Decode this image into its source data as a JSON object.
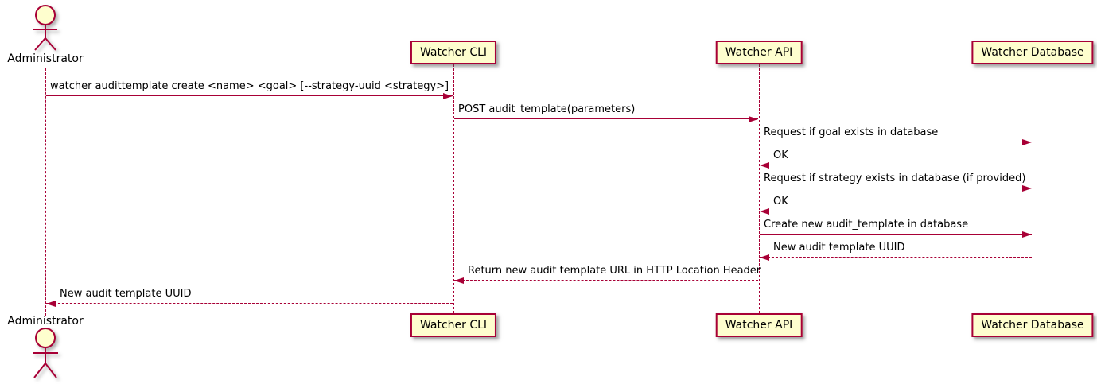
{
  "diagram": {
    "type": "plantuml-sequence",
    "colors": {
      "accent": "#A80036",
      "participant_fill": "#FEFECE",
      "text": "#000000",
      "background": "#FFFFFF"
    },
    "actor": {
      "name": "Administrator",
      "icon": "stick-figure-actor-icon"
    },
    "participants": [
      {
        "name": "Watcher CLI"
      },
      {
        "name": "Watcher API"
      },
      {
        "name": "Watcher Database"
      }
    ],
    "messages": [
      {
        "from": "Administrator",
        "to": "Watcher CLI",
        "text": "watcher audittemplate create <name> <goal> [--strategy-uuid <strategy>]",
        "line": "solid"
      },
      {
        "from": "Watcher CLI",
        "to": "Watcher API",
        "text": "POST audit_template(parameters)",
        "line": "solid"
      },
      {
        "from": "Watcher API",
        "to": "Watcher Database",
        "text": "Request if goal exists in database",
        "line": "solid"
      },
      {
        "from": "Watcher Database",
        "to": "Watcher API",
        "text": "OK",
        "line": "dashed"
      },
      {
        "from": "Watcher API",
        "to": "Watcher Database",
        "text": "Request if strategy exists in database (if provided)",
        "line": "solid"
      },
      {
        "from": "Watcher Database",
        "to": "Watcher API",
        "text": "OK",
        "line": "dashed"
      },
      {
        "from": "Watcher API",
        "to": "Watcher Database",
        "text": "Create new audit_template in database",
        "line": "solid"
      },
      {
        "from": "Watcher Database",
        "to": "Watcher API",
        "text": "New audit template UUID",
        "line": "dashed"
      },
      {
        "from": "Watcher API",
        "to": "Watcher CLI",
        "text": "Return new audit template URL in HTTP Location Header",
        "line": "dashed"
      },
      {
        "from": "Watcher CLI",
        "to": "Administrator",
        "text": "New audit template UUID",
        "line": "dashed"
      }
    ]
  }
}
